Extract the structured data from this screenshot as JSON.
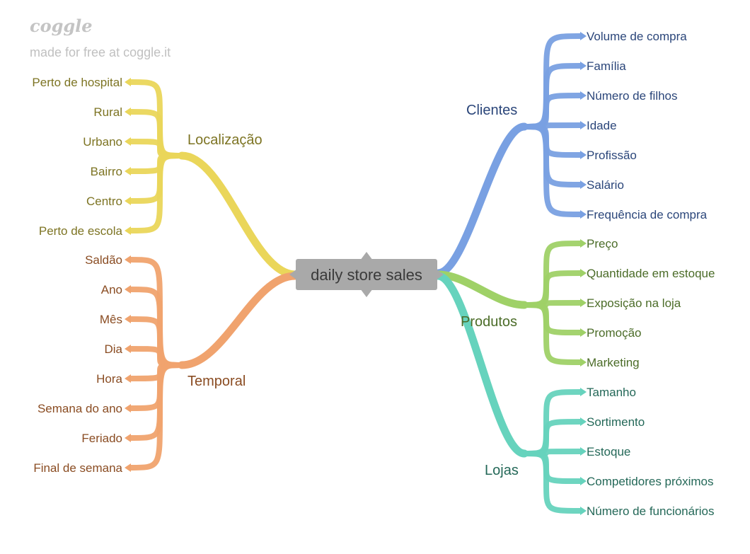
{
  "branding": {
    "logo": "coggle",
    "tagline": "made for free at coggle.it"
  },
  "mindmap": {
    "center": {
      "label": "daily store sales",
      "fill": "#a9a9a9",
      "text_color": "#3a3a3a"
    },
    "branches": [
      {
        "id": "localizacao",
        "label": "Localização",
        "side": "left",
        "color": "#ead65a",
        "text_color": "#7d7423",
        "children": [
          "Perto de hospital",
          "Rural",
          "Urbano",
          "Bairro",
          "Centro",
          "Perto de escola"
        ]
      },
      {
        "id": "temporal",
        "label": "Temporal",
        "side": "left",
        "color": "#f0a36e",
        "text_color": "#8a4c22",
        "children": [
          "Saldão",
          "Ano",
          "Mês",
          "Dia",
          "Hora",
          "Semana do ano",
          "Feriado",
          "Final de semana"
        ]
      },
      {
        "id": "clientes",
        "label": "Clientes",
        "side": "right",
        "color": "#79a0e2",
        "text_color": "#2b467a",
        "children": [
          "Volume de compra",
          "Família",
          "Número de filhos",
          "Idade",
          "Profissão",
          "Salário",
          "Frequência de compra"
        ]
      },
      {
        "id": "produtos",
        "label": "Produtos",
        "side": "right",
        "color": "#9fd167",
        "text_color": "#4b6c28",
        "children": [
          "Preço",
          "Quantidade em estoque",
          "Exposição na loja",
          "Promoção",
          "Marketing"
        ]
      },
      {
        "id": "lojas",
        "label": "Lojas",
        "side": "right",
        "color": "#66d3bd",
        "text_color": "#246858",
        "children": [
          "Tamanho",
          "Sortimento",
          "Estoque",
          "Competidores próximos",
          "Número de funcionários"
        ]
      }
    ]
  }
}
